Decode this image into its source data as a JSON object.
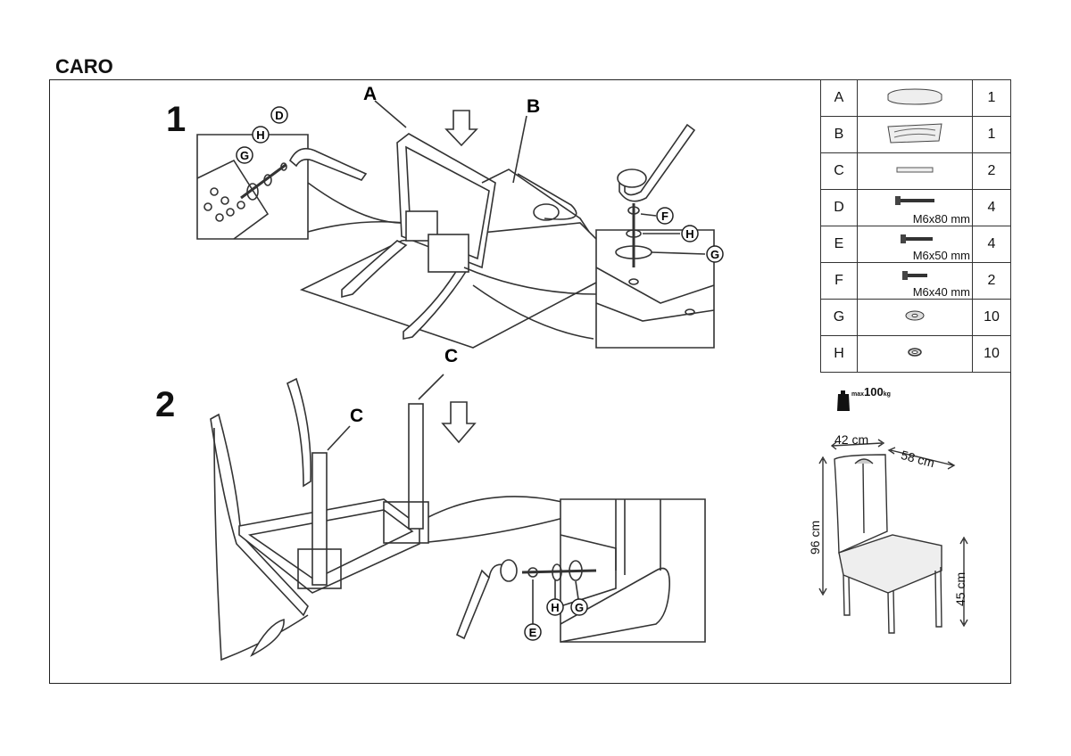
{
  "document": {
    "title": "CARO",
    "steps": [
      {
        "number": "1"
      },
      {
        "number": "2"
      }
    ],
    "callouts": {
      "A": "A",
      "B": "B",
      "C": "C",
      "D": "D",
      "E": "E",
      "F": "F",
      "G": "G",
      "H": "H"
    }
  },
  "parts": [
    {
      "letter": "A",
      "icon": "seat-cushion-icon",
      "size": "",
      "qty": "1"
    },
    {
      "letter": "B",
      "icon": "backrest-frame-icon",
      "size": "",
      "qty": "1"
    },
    {
      "letter": "C",
      "icon": "leg-icon",
      "size": "",
      "qty": "2"
    },
    {
      "letter": "D",
      "icon": "bolt-icon",
      "size": "M6x80 mm",
      "qty": "4"
    },
    {
      "letter": "E",
      "icon": "bolt-icon",
      "size": "M6x50 mm",
      "qty": "4"
    },
    {
      "letter": "F",
      "icon": "bolt-icon",
      "size": "M6x40 mm",
      "qty": "2"
    },
    {
      "letter": "G",
      "icon": "washer-icon",
      "size": "",
      "qty": "10"
    },
    {
      "letter": "H",
      "icon": "spring-washer-icon",
      "size": "",
      "qty": "10"
    }
  ],
  "load": {
    "max": "max",
    "value": "100",
    "unit": "kg"
  },
  "dimensions": {
    "width": "42 cm",
    "depth": "58 cm",
    "height": "96 cm",
    "seat_height": "45 cm"
  }
}
